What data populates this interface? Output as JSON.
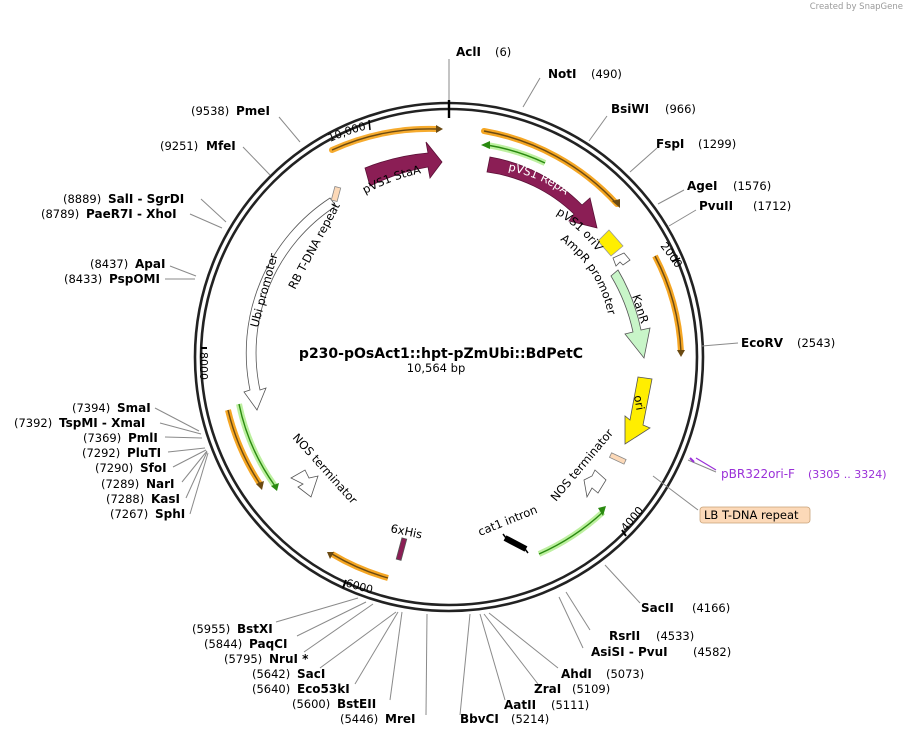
{
  "credit": "Created by SnapGene",
  "plasmid": {
    "name": "p230-pOsAct1::hpt-pZmUbi::BdPetC",
    "size": "10,564 bp"
  },
  "ticks": [
    "10,000",
    "2000",
    "4000",
    "6000",
    "8000"
  ],
  "features": {
    "pvs1_staa": "pVS1 StaA",
    "pvs1_repa": "pVS1 RepA",
    "pvs1_oriv": "pVS1 oriV",
    "ampr_promoter": "AmpR promoter",
    "kanr": "KanR",
    "ori": "ori",
    "nos_terminator_right": "NOS terminator",
    "cat1_intron": "cat1 intron",
    "his_tag": "6xHis",
    "nos_terminator_left": "NOS terminator",
    "ubi_promoter": "Ubi promoter",
    "rb_repeat": "RB T-DNA repeat",
    "lb_repeat": "LB T-DNA repeat",
    "primer_name": "pBR322ori-F",
    "primer_range": "(3305 .. 3324)"
  },
  "sites": [
    {
      "name": "AclI",
      "pos": "(6)"
    },
    {
      "name": "NotI",
      "pos": "(490)"
    },
    {
      "name": "BsiWI",
      "pos": "(966)"
    },
    {
      "name": "FspI",
      "pos": "(1299)"
    },
    {
      "name": "AgeI",
      "pos": "(1576)"
    },
    {
      "name": "PvuII",
      "pos": "(1712)"
    },
    {
      "name": "EcoRV",
      "pos": "(2543)"
    },
    {
      "name": "SacII",
      "pos": "(4166)"
    },
    {
      "name": "RsrII",
      "pos": "(4533)"
    },
    {
      "name": "AsiSI - PvuI",
      "pos": "(4582)"
    },
    {
      "name": "AhdI",
      "pos": "(5073)"
    },
    {
      "name": "ZraI",
      "pos": "(5109)"
    },
    {
      "name": "AatII",
      "pos": "(5111)"
    },
    {
      "name": "BbvCI",
      "pos": "(5214)"
    },
    {
      "name": "MreI",
      "pos": "(5446)"
    },
    {
      "name": "BstEII",
      "pos": "(5600)"
    },
    {
      "name": "Eco53kI",
      "pos": "(5640)"
    },
    {
      "name": "SacI",
      "pos": "(5642)"
    },
    {
      "name": "NruI *",
      "pos": "(5795)"
    },
    {
      "name": "PaqCI",
      "pos": "(5844)"
    },
    {
      "name": "BstXI",
      "pos": "(5955)"
    },
    {
      "name": "SphI",
      "pos": "(7267)"
    },
    {
      "name": "KasI",
      "pos": "(7288)"
    },
    {
      "name": "NarI",
      "pos": "(7289)"
    },
    {
      "name": "SfoI",
      "pos": "(7290)"
    },
    {
      "name": "PluTI",
      "pos": "(7292)"
    },
    {
      "name": "PmlI",
      "pos": "(7369)"
    },
    {
      "name": "TspMI - XmaI",
      "pos": "(7392)"
    },
    {
      "name": "SmaI",
      "pos": "(7394)"
    },
    {
      "name": "PspOMI",
      "pos": "(8433)"
    },
    {
      "name": "ApaI",
      "pos": "(8437)"
    },
    {
      "name": "PaeR7I - XhoI",
      "pos": "(8789)"
    },
    {
      "name": "SalI - SgrDI",
      "pos": "(8889)"
    },
    {
      "name": "MfeI",
      "pos": "(9251)"
    },
    {
      "name": "PmeI",
      "pos": "(9538)"
    }
  ],
  "colors": {
    "repa": "#8b1e55",
    "ori": "#ffee00",
    "kanr": "#c8f5c8",
    "orange_arc": "#f5a623",
    "green_arc": "#3c9a1e",
    "primer": "#9a30d8",
    "lb_box": "#fcd9b8"
  }
}
